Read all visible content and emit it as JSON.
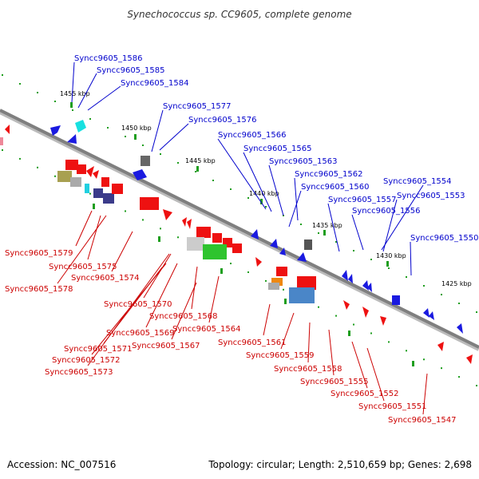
{
  "title": "Synechococcus sp. CC9605, complete genome",
  "footer": {
    "accession": "Accession: NC_007516",
    "summary": "Topology: circular; Length: 2,510,659 bp; Genes: 2,698"
  },
  "colors": {
    "plus_label": "#0000cc",
    "minus_label": "#cc0000",
    "backbone": "#7f7f7f",
    "tick": "#1e9e1e"
  },
  "scale_labels": [
    "1455 kbp",
    "1450 kbp",
    "1445 kbp",
    "1440 kbp",
    "1435 kbp",
    "1430 kbp",
    "1425 kbp"
  ],
  "plus_strand_genes": [
    "Syncc9605_1586",
    "Syncc9605_1585",
    "Syncc9605_1584",
    "Syncc9605_1577",
    "Syncc9605_1576",
    "Syncc9605_1566",
    "Syncc9605_1565",
    "Syncc9605_1563",
    "Syncc9605_1562",
    "Syncc9605_1560",
    "Syncc9605_1557",
    "Syncc9605_1556",
    "Syncc9605_1554",
    "Syncc9605_1553",
    "Syncc9605_1550"
  ],
  "minus_strand_genes": [
    "Syncc9605_1579",
    "Syncc9605_1575",
    "Syncc9605_1578",
    "Syncc9605_1574",
    "Syncc9605_1570",
    "Syncc9605_1568",
    "Syncc9605_1569",
    "Syncc9605_1571",
    "Syncc9605_1572",
    "Syncc9605_1573",
    "Syncc9605_1564",
    "Syncc9605_1567",
    "Syncc9605_1561",
    "Syncc9605_1559",
    "Syncc9605_1558",
    "Syncc9605_1555",
    "Syncc9605_1552",
    "Syncc9605_1551",
    "Syncc9605_1547"
  ]
}
